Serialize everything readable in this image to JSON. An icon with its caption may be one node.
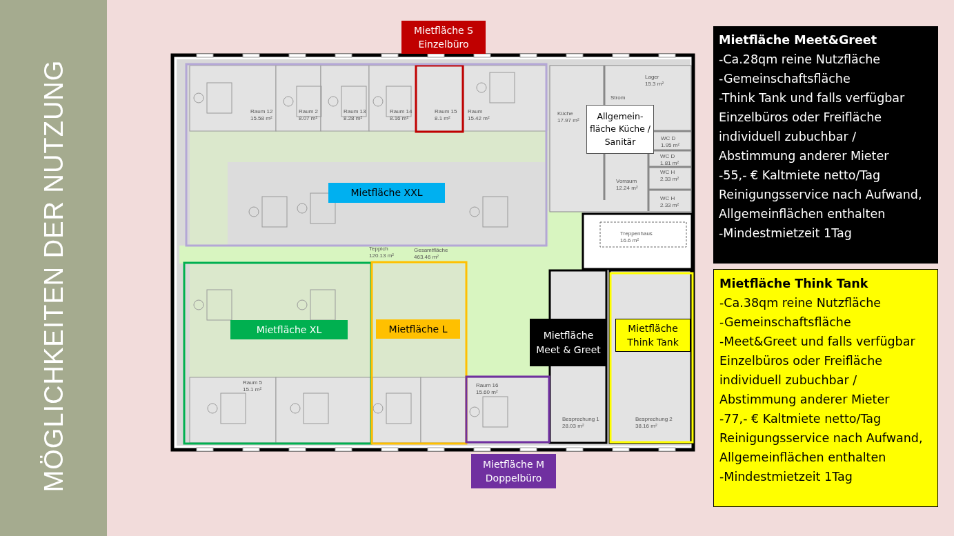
{
  "diagram": {
    "title": "MÖGLICHKEITEN DER NUTZUNG",
    "nodes": [
      {
        "text": [
          "Mietfläche S Einzelbüro"
        ]
      },
      {
        "text": [
          "Mietfläche XXL"
        ]
      },
      {
        "text": [
          "Allgemein- fläche Küche / Sanitär"
        ]
      },
      {
        "text": [
          "Mietfläche XL"
        ]
      },
      {
        "text": [
          "Mietfläche L"
        ]
      },
      {
        "text": [
          "Mietfläche Meet & Greet"
        ]
      },
      {
        "text": [
          "Mietfläche Think Tank"
        ]
      },
      {
        "text": [
          "Mietfläche M Doppelbüro"
        ]
      },
      {
        "text": [
          "Mietfläche Meet&Greet",
          "-Ca.28qm reine Nutzfläche",
          "-Gemeinschaftsfläche",
          "-Think Tank und falls verfügbar Einzelbüros oder Freifläche individuell zubuchbar / Abstimmung anderer Mieter",
          "-55,- € Kaltmiete netto/Tag Reinigungsservice nach Aufwand, Allgemeinflächen enthalten",
          "-Mindestmietzeit 1Tag"
        ]
      },
      {
        "text": [
          "Mietfläche Think Tank",
          "-Ca.38qm reine Nutzfläche",
          "-Gemeinschaftsfläche",
          "-Meet&Greet und falls verfügbar Einzelbüros oder Freifläche individuell zubuchbar / Abstimmung anderer Mieter",
          "-77,- € Kaltmiete netto/Tag Reinigungsservice nach Aufwand, Allgemeinflächen enthalten",
          "-Mindestmietzeit 1Tag"
        ]
      }
    ],
    "edges": [],
    "labels": [
      "Raum 12 15.58 m²",
      "Raum 2 8.07 m²",
      "Raum 13 8.28 m²",
      "Raum 14 8.16 m²",
      "Raum 15 8.1 m²",
      "Raum 15.42 m²",
      "Strom",
      "Lager 15.3 m²",
      "Küche 17.97 m²",
      "WC D 1.95 m²",
      "WC D 1.81 m²",
      "WC H 2.33 m²",
      "WC H 2.33 m²",
      "Vorraum 12.24 m²",
      "Treppenhaus 16.6 m²",
      "Teppich 120.13 m²",
      "Gesamtfläche 463.46 m²",
      "Raum 5 15.1 m²",
      "Raum 16 15.60 m²",
      "Besprechung 1 28.03 m²",
      "Besprechung 2 38.16 m²"
    ]
  }
}
